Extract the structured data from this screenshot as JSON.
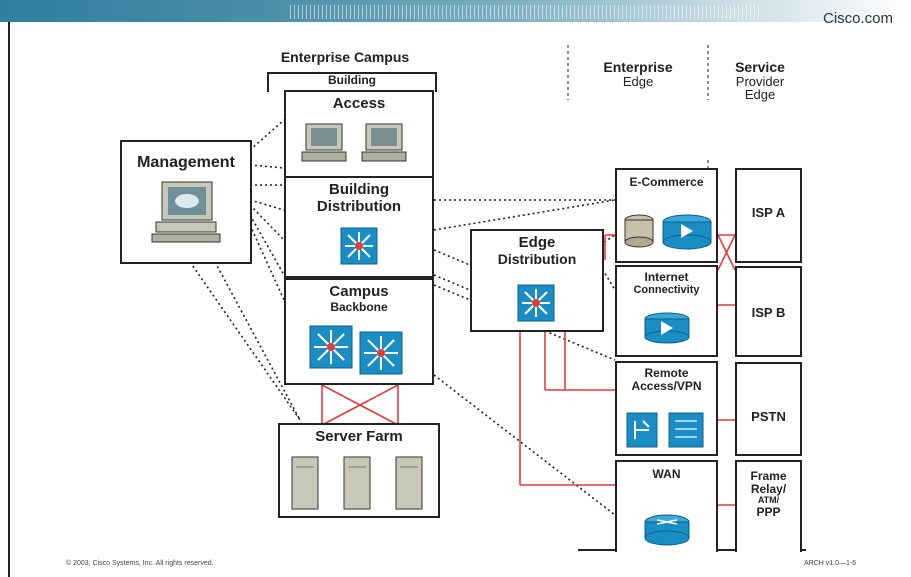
{
  "header": {
    "site": "Cisco.com"
  },
  "columns": {
    "campus": "Enterprise Campus",
    "edge": [
      "Enterprise",
      "Edge"
    ],
    "provider": [
      "Service",
      "Provider",
      "Edge"
    ]
  },
  "blocks": {
    "management": "Management",
    "building_header": "Building",
    "access": "Access",
    "building_distribution": [
      "Building",
      "Distribution"
    ],
    "campus_backbone": [
      "Campus",
      "Backbone"
    ],
    "server_farm": "Server Farm",
    "edge_distribution": [
      "Edge",
      "Distribution"
    ],
    "ecommerce": "E-Commerce",
    "internet": [
      "Internet",
      "Connectivity"
    ],
    "remote_access": [
      "Remote",
      "Access/VPN"
    ],
    "wan": "WAN",
    "isp_a": "ISP A",
    "isp_b": "ISP B",
    "pstn": "PSTN",
    "frame_relay": [
      "Frame",
      "Relay/",
      "ATM/",
      "PPP"
    ]
  },
  "footer": {
    "copyright": "© 2003, Cisco Systems, Inc. All rights reserved.",
    "course": "ARCH v1.0—1-6"
  },
  "colors": {
    "link_red": "#e23c3c",
    "device_blue": "#1a8ec4",
    "banner": "#2f7fa0"
  }
}
